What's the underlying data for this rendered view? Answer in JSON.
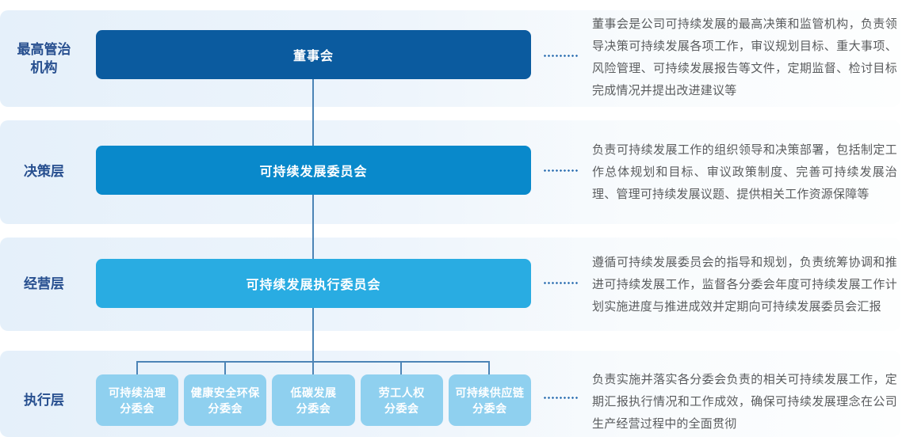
{
  "colors": {
    "band_left": "#e5f0fa",
    "band_right": "#fdfefe",
    "level1_box": "#0b5b9f",
    "level2_box": "#0989cb",
    "level3_box": "#29ace2",
    "level4_box": "#8fd0ef",
    "box_text": "#ffffff",
    "label_text": "#274f8f",
    "description_text": "#5a5c5e",
    "connector": "#4c84b6",
    "dots": "#2268ae"
  },
  "rows": [
    {
      "label_line1": "最高管治",
      "label_line2": "机构",
      "box_label": "董事会",
      "description": "董事会是公司可持续发展的最高决策和监管机构，负责领导决策可持续发展各项工作，审议规划目标、重大事项、风险管理、可持续发展报告等文件，定期监督、检讨目标完成情况并提出改进建议等"
    },
    {
      "label_line1": "决策层",
      "label_line2": "",
      "box_label": "可持续发展委员会",
      "description": "负责可持续发展工作的组织领导和决策部署，包括制定工作总体规划和目标、审议政策制度、完善可持续发展治理、管理可持续发展议题、提供相关工作资源保障等"
    },
    {
      "label_line1": "经营层",
      "label_line2": "",
      "box_label": "可持续发展执行委员会",
      "description": "遵循可持续发展委员会的指导和规划，负责统筹协调和推进可持续发展工作，监督各分委会年度可持续发展工作计划实施进度与推进成效并定期向可持续发展委员会汇报"
    },
    {
      "label_line1": "执行层",
      "label_line2": "",
      "description": "负责实施并落实各分委会负责的相关可持续发展工作，定期汇报执行情况和工作成效，确保可持续发展理念在公司生产经营过程中的全面贯彻",
      "sub_boxes": [
        {
          "line1": "可持续治理",
          "line2": "分委会"
        },
        {
          "line1": "健康安全环保",
          "line2": "分委会"
        },
        {
          "line1": "低碳发展",
          "line2": "分委会"
        },
        {
          "line1": "劳工人权",
          "line2": "分委会"
        },
        {
          "line1": "可持续供应链",
          "line2": "分委会"
        }
      ]
    }
  ]
}
